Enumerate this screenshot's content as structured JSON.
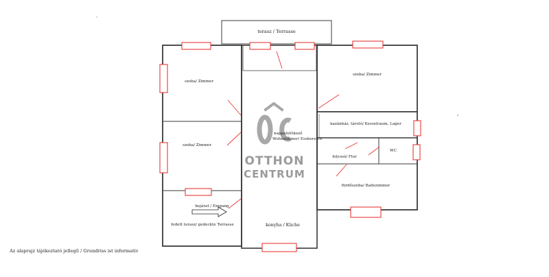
{
  "labels": {
    "terrace": "terasz / Terrasse",
    "room_nw": "szoba/ Zimmer",
    "room_w": "szoba/ Zimmer",
    "room_ne": "szoba/ Zimmer",
    "living_line1": "nappali/étkező",
    "living_line2": "Wohnzimmer/ Essbereich",
    "storage": "kazánház, tároló/ Kesselraum, Lager",
    "hall": "folyosó/ Flur",
    "wc": "WC",
    "bathroom": "fürdőszoba/ Badezimmer",
    "entrance": "bejárat / Eingang",
    "covered_terrace": "fedett terasz/ gedeckte Terrasse",
    "kitchen": "konyha / Küche"
  },
  "watermark": {
    "line1": "OTTHON",
    "line2": "CENTRUM",
    "monogram": "OC"
  },
  "disclaimer": "Az alaprajz tájékoztató jellegű / Grundriss ist informativ",
  "colors": {
    "wall": "#3a3a3a",
    "window": "#e53935",
    "watermark": "#9a9a9a"
  }
}
